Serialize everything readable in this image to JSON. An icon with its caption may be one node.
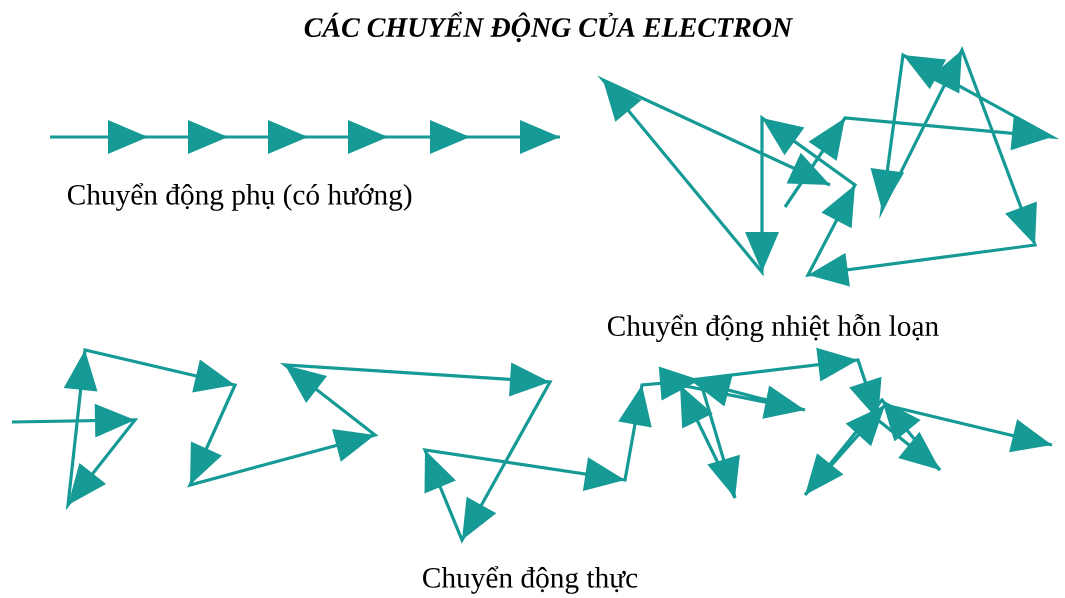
{
  "diagram": {
    "title": "CÁC CHUYỂN ĐỘNG CỦA ELECTRON",
    "labels": [
      "Chuyển động phụ (có hướng)",
      "Chuyển động nhiệt hỗn loạn",
      "Chuyển động thực"
    ]
  }
}
